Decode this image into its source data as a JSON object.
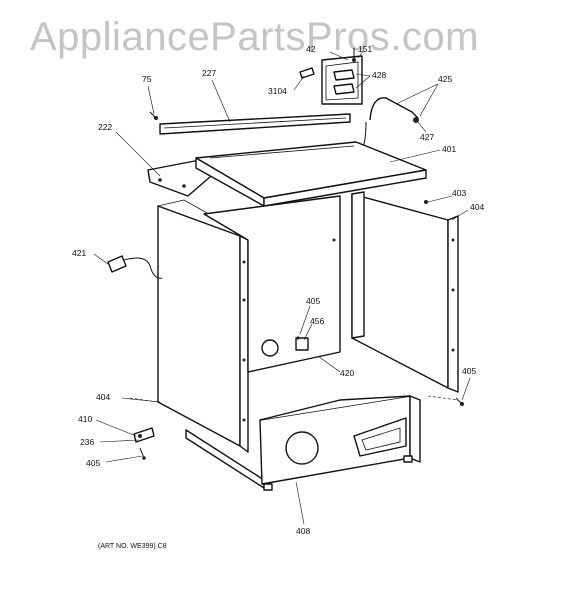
{
  "watermark": "AppliancePartsPros.com",
  "art_number": "(ART NO. WE399) C8",
  "part_labels": {
    "p75": "75",
    "p227": "227",
    "p42x": "42",
    "p151": "151",
    "p428": "428",
    "p3104": "3104",
    "p425": "425",
    "p427": "427",
    "p222": "222",
    "p401": "401",
    "p403": "403",
    "p404_right": "404",
    "p421": "421",
    "p405_center": "405",
    "p456": "456",
    "p420": "420",
    "p405_right": "405",
    "p404_left": "404",
    "p410": "410",
    "p236": "236",
    "p405_left": "405",
    "p408": "408"
  }
}
